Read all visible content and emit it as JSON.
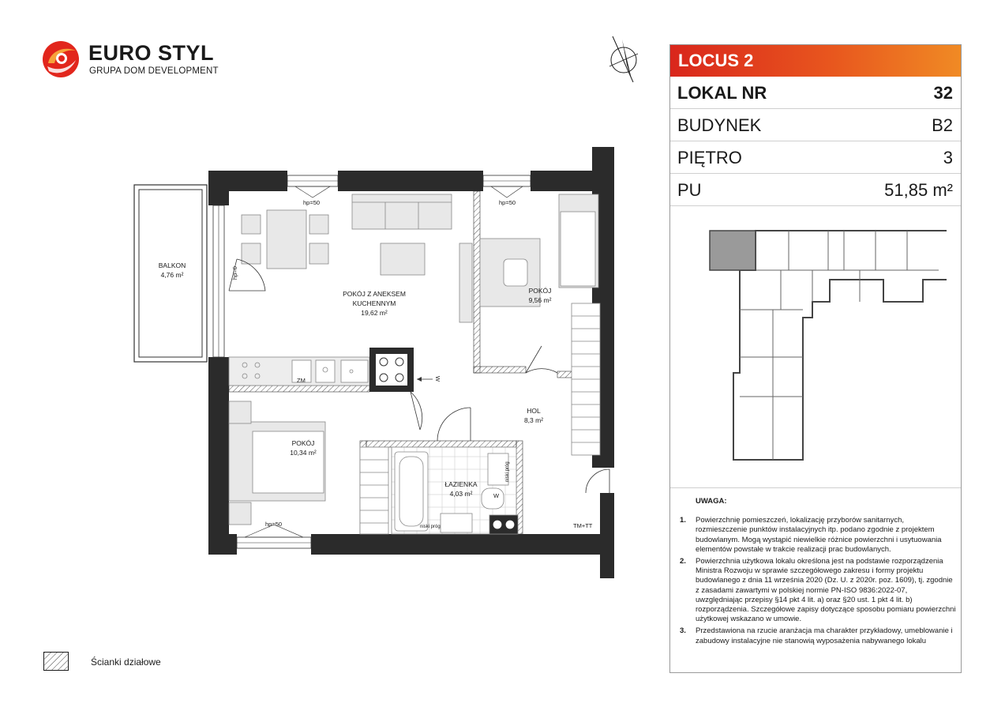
{
  "brand": {
    "name": "EURO STYL",
    "subtitle": "GRUPA DOM DEVELOPMENT",
    "colors": {
      "red": "#e2261c",
      "orange": "#f08a24",
      "dark": "#1a1a1a"
    }
  },
  "compass": {
    "icon": "north-arrow-icon"
  },
  "plan": {
    "rooms": {
      "balkon": {
        "name": "BALKON",
        "area": "4,76 m²"
      },
      "living": {
        "name_line1": "POKÓJ Z ANEKSEM",
        "name_line2": "KUCHENNYM",
        "area": "19,62 m²"
      },
      "room_small": {
        "name": "POKÓJ",
        "area": "9,56 m²"
      },
      "room_bed": {
        "name": "POKÓJ",
        "area": "10,34 m²"
      },
      "hall": {
        "name": "HOL",
        "area": "8,3 m²"
      },
      "bath": {
        "name": "ŁAZIENKA",
        "area": "4,03 m²"
      }
    },
    "marks": {
      "hp50_a": "hp=50",
      "hp50_b": "hp=50",
      "hp50_c": "hp=50",
      "hp0": "hp=0",
      "zm": "ZM",
      "w_kitchen": "W",
      "w_bath": "W",
      "niski_prog_a": "niski próg",
      "niski_prog_b": "niski próg",
      "tm_tt": "TM+TT"
    }
  },
  "panel": {
    "header": "LOCUS 2",
    "rows": [
      {
        "key": "LOKAL NR",
        "value": "32"
      },
      {
        "key": "BUDYNEK",
        "value": "B2"
      },
      {
        "key": "PIĘTRO",
        "value": "3"
      },
      {
        "key": "PU",
        "value": "51,85 m²"
      }
    ],
    "notes_title": "UWAGA:",
    "notes": [
      {
        "num": "1.",
        "text": "Powierzchnię pomieszczeń, lokalizację przyborów sanitarnych, rozmieszczenie punktów instalacyjnych itp. podano zgodnie z projektem budowlanym. Mogą wystąpić niewielkie różnice powierzchni i usytuowania elementów powstałe w trakcie realizacji prac budowlanych."
      },
      {
        "num": "2.",
        "text": "Powierzchnia użytkowa lokalu określona jest na podstawie rozporządzenia Ministra Rozwoju w sprawie szczegółowego zakresu i formy projektu budowlanego z dnia 11 września 2020 (Dz. U. z 2020r. poz. 1609), tj. zgodnie z zasadami zawartymi w polskiej normie PN-ISO 9836:2022-07, uwzględniając przepisy §14 pkt 4 lit. a) oraz §20 ust. 1 pkt 4 lit. b) rozporządzenia. Szczegółowe zapisy dotyczące sposobu pomiaru powierzchni użytkowej wskazano w umowie."
      },
      {
        "num": "3.",
        "text": "Przedstawiona na rzucie aranżacja ma charakter przykładowy, umeblowanie i zabudowy instalacyjne nie stanowią wyposażenia nabywanego lokalu"
      }
    ]
  },
  "legend": {
    "text": "Ścianki działowe"
  }
}
